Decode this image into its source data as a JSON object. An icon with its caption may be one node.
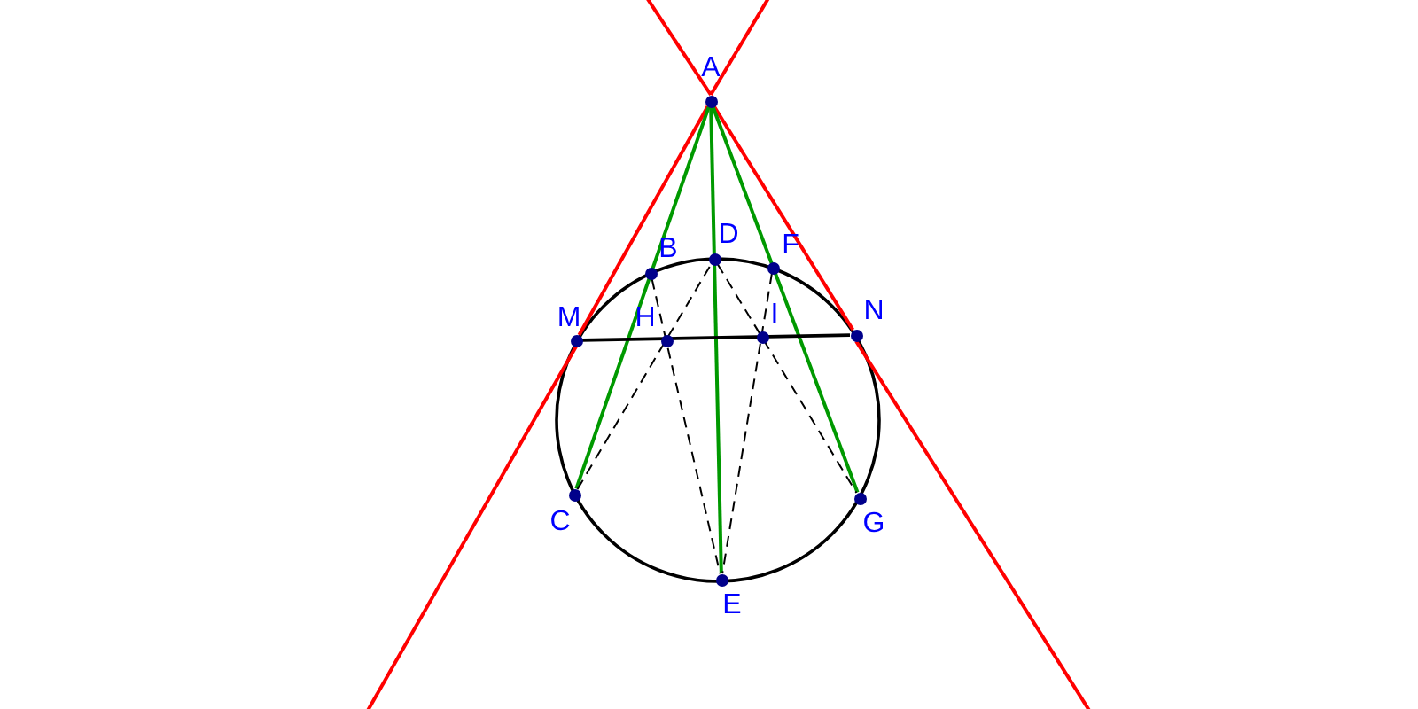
{
  "diagram": {
    "nodes": [
      {
        "text": [
          "A"
        ]
      },
      {
        "text": [
          "B"
        ]
      },
      {
        "text": [
          "D"
        ]
      },
      {
        "text": [
          "F"
        ]
      },
      {
        "text": [
          "M"
        ]
      },
      {
        "text": [
          "H"
        ]
      },
      {
        "text": [
          "I"
        ]
      },
      {
        "text": [
          "N"
        ]
      },
      {
        "text": [
          "C"
        ]
      },
      {
        "text": [
          "G"
        ]
      },
      {
        "text": [
          "E"
        ]
      }
    ],
    "edges": [
      {
        "from": 0,
        "to": 4,
        "arrow": "none",
        "color": "#ff0000"
      },
      {
        "from": 0,
        "to": 7,
        "arrow": "none",
        "color": "#ff0000"
      },
      {
        "from": 0,
        "to": 8,
        "arrow": "none",
        "color": "#009900"
      },
      {
        "from": 0,
        "to": 10,
        "arrow": "none",
        "color": "#009900"
      },
      {
        "from": 0,
        "to": 9,
        "arrow": "none",
        "color": "#009900"
      },
      {
        "from": 4,
        "to": 7,
        "arrow": "none"
      },
      {
        "from": 8,
        "to": 2,
        "arrow": "none",
        "style": "dashed"
      },
      {
        "from": 2,
        "to": 9,
        "arrow": "none",
        "style": "dashed"
      },
      {
        "from": 1,
        "to": 10,
        "arrow": "none",
        "style": "dashed"
      },
      {
        "from": 3,
        "to": 10,
        "arrow": "none",
        "style": "dashed"
      }
    ]
  }
}
